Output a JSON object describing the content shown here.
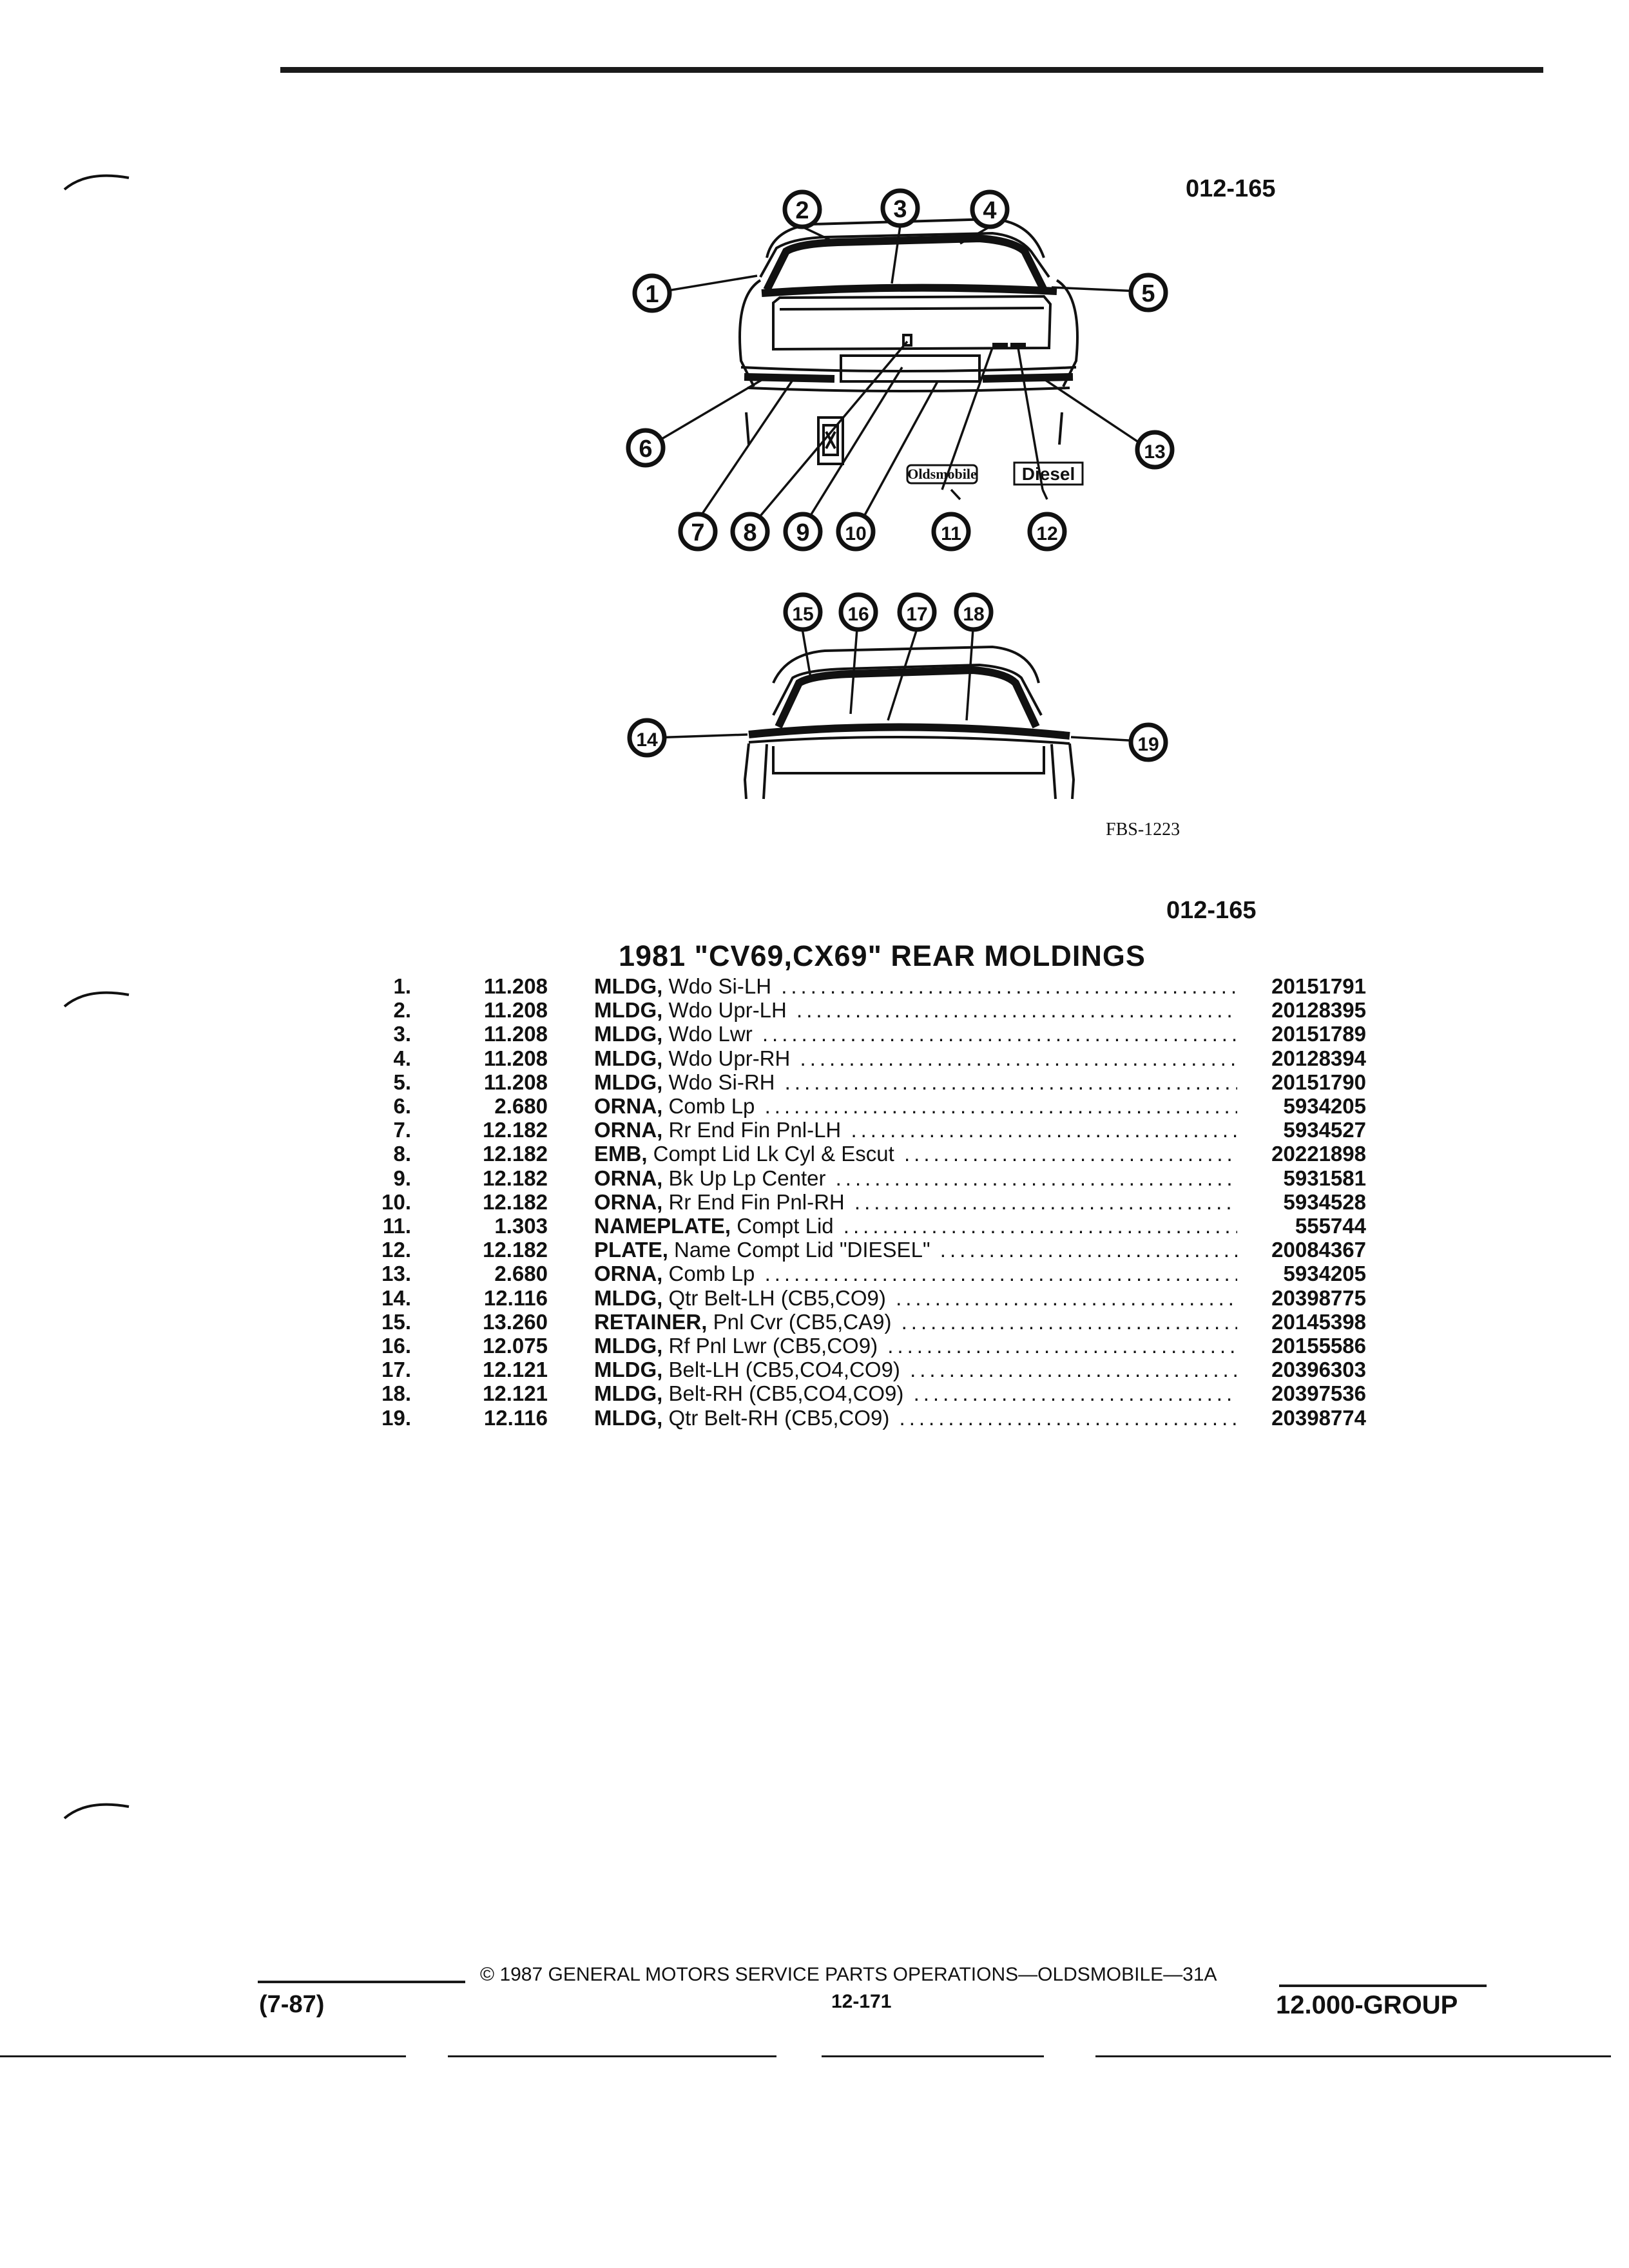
{
  "header": {
    "illustration_code_top": "012-165",
    "figure_id": "FBS-1223",
    "illustration_code_bottom": "012-165"
  },
  "title": "1981 \"CV69,CX69\" REAR MOLDINGS",
  "diagram": {
    "callouts_top": [
      "1",
      "2",
      "3",
      "4",
      "5",
      "6",
      "7",
      "8",
      "9",
      "10",
      "11",
      "12",
      "13"
    ],
    "callouts_bottom": [
      "14",
      "15",
      "16",
      "17",
      "18",
      "19"
    ],
    "badge_oldsmobile": "Oldsmobile",
    "badge_diesel": "Diesel"
  },
  "parts": [
    {
      "num": "1.",
      "group": "11.208",
      "kw": "MLDG,",
      "desc": " Wdo Si-LH",
      "part": "20151791"
    },
    {
      "num": "2.",
      "group": "11.208",
      "kw": "MLDG,",
      "desc": " Wdo Upr-LH",
      "part": "20128395"
    },
    {
      "num": "3.",
      "group": "11.208",
      "kw": "MLDG,",
      "desc": " Wdo Lwr",
      "part": "20151789"
    },
    {
      "num": "4.",
      "group": "11.208",
      "kw": "MLDG,",
      "desc": " Wdo Upr-RH",
      "part": "20128394"
    },
    {
      "num": "5.",
      "group": "11.208",
      "kw": "MLDG,",
      "desc": " Wdo Si-RH",
      "part": "20151790"
    },
    {
      "num": "6.",
      "group": "2.680",
      "kw": "ORNA,",
      "desc": " Comb Lp",
      "part": "5934205"
    },
    {
      "num": "7.",
      "group": "12.182",
      "kw": "ORNA,",
      "desc": " Rr End Fin Pnl-LH",
      "part": "5934527"
    },
    {
      "num": "8.",
      "group": "12.182",
      "kw": "EMB,",
      "desc": " Compt Lid Lk Cyl & Escut",
      "part": "20221898"
    },
    {
      "num": "9.",
      "group": "12.182",
      "kw": "ORNA,",
      "desc": " Bk Up Lp Center",
      "part": "5931581"
    },
    {
      "num": "10.",
      "group": "12.182",
      "kw": "ORNA,",
      "desc": " Rr End Fin Pnl-RH",
      "part": "5934528"
    },
    {
      "num": "11.",
      "group": "1.303",
      "kw": "NAMEPLATE,",
      "desc": " Compt Lid",
      "part": "555744"
    },
    {
      "num": "12.",
      "group": "12.182",
      "kw": "PLATE,",
      "desc": " Name Compt Lid \"DIESEL\"",
      "part": "20084367"
    },
    {
      "num": "13.",
      "group": "2.680",
      "kw": "ORNA,",
      "desc": " Comb Lp",
      "part": "5934205"
    },
    {
      "num": "14.",
      "group": "12.116",
      "kw": "MLDG,",
      "desc": " Qtr Belt-LH (CB5,CO9)",
      "part": "20398775"
    },
    {
      "num": "15.",
      "group": "13.260",
      "kw": "RETAINER,",
      "desc": " Pnl Cvr (CB5,CA9)",
      "part": "20145398"
    },
    {
      "num": "16.",
      "group": "12.075",
      "kw": "MLDG,",
      "desc": " Rf Pnl Lwr (CB5,CO9)",
      "part": "20155586"
    },
    {
      "num": "17.",
      "group": "12.121",
      "kw": "MLDG,",
      "desc": " Belt-LH (CB5,CO4,CO9)",
      "part": "20396303"
    },
    {
      "num": "18.",
      "group": "12.121",
      "kw": "MLDG,",
      "desc": " Belt-RH (CB5,CO4,CO9)",
      "part": "20397536"
    },
    {
      "num": "19.",
      "group": "12.116",
      "kw": "MLDG,",
      "desc": " Qtr Belt-RH (CB5,CO9)",
      "part": "20398774"
    }
  ],
  "footer": {
    "date_code": "(7-87)",
    "copyright": "© 1987 GENERAL MOTORS SERVICE PARTS OPERATIONS—OLDSMOBILE—31A",
    "page_number": "12-171",
    "group": "12.000-GROUP"
  }
}
